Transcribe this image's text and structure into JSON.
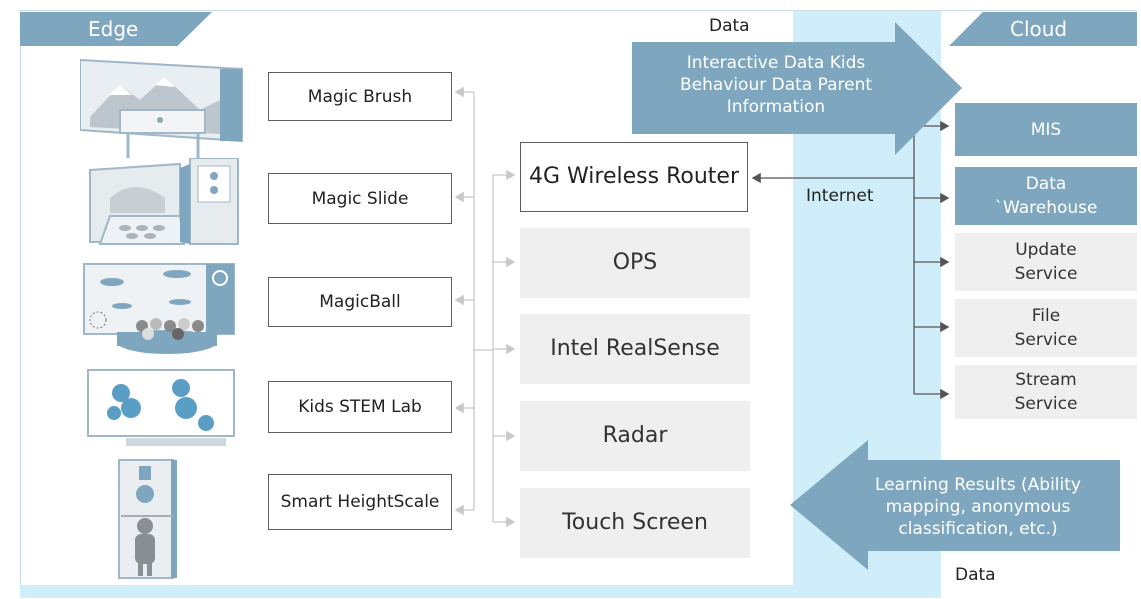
{
  "headers": {
    "edge": "Edge",
    "cloud": "Cloud"
  },
  "devices": [
    "Magic Brush",
    "Magic Slide",
    "MagicBall",
    "Kids STEM Lab",
    "Smart HeightScale"
  ],
  "network": {
    "router": "4G Wireless Router",
    "components": [
      "OPS",
      "Intel RealSense",
      "Radar",
      "Touch Screen"
    ]
  },
  "labels": {
    "data_top": "Data",
    "internet": "Internet",
    "data_bottom": "Data"
  },
  "upload_banner": "Interactive Data Kids Behaviour Data Parent Information",
  "download_banner": "Learning Results (Ability mapping, anonymous classification, etc.)",
  "cloud_services": [
    "MIS",
    "Data `Warehouse",
    "Update Service",
    "File Service",
    "Stream Service"
  ],
  "colors": {
    "accent": "#7ea7bf",
    "light_band": "#cfeefa",
    "box_gray": "#efefef",
    "line_gray": "#c8c8c8"
  }
}
